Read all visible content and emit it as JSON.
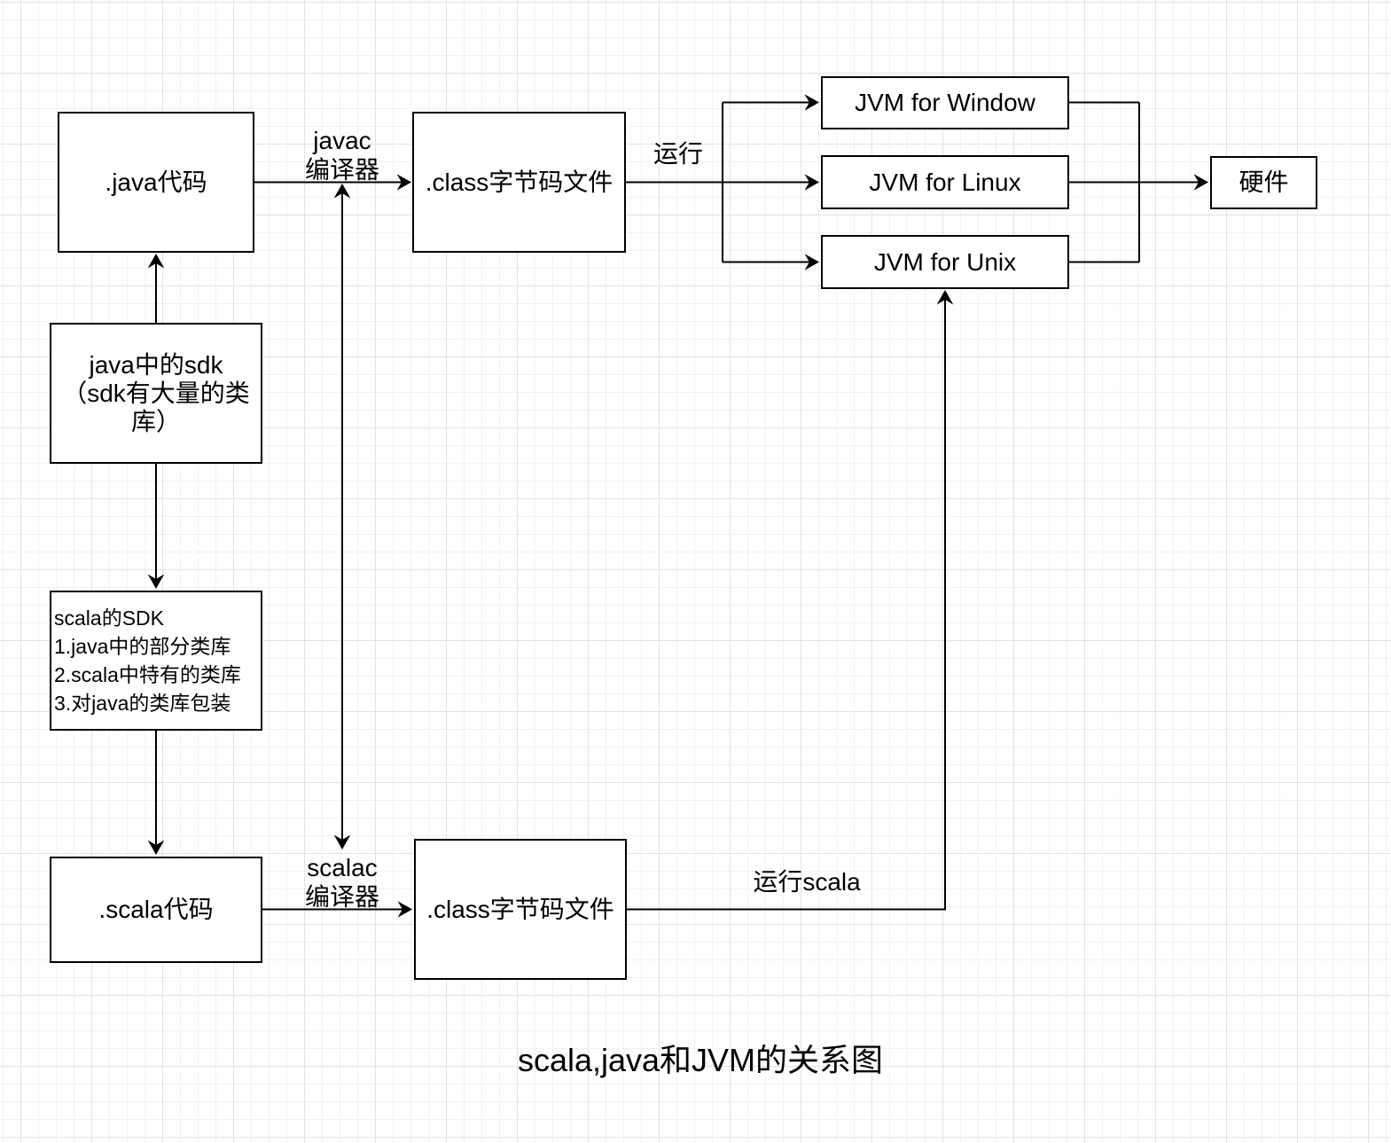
{
  "title": "scala,java和JVM的关系图",
  "nodes": {
    "java_code": {
      "label": ".java代码"
    },
    "class_file_top": {
      "label": ".class字节码文件"
    },
    "jvm_window": {
      "label": "JVM for Window"
    },
    "jvm_linux": {
      "label": "JVM for Linux"
    },
    "jvm_unix": {
      "label": "JVM for Unix"
    },
    "hardware": {
      "label": "硬件"
    },
    "java_sdk": {
      "lines": [
        "java中的sdk",
        "（sdk有大量的类",
        "库）"
      ]
    },
    "scala_sdk": {
      "lines": [
        "scala的SDK",
        "1.java中的部分类库",
        "2.scala中特有的类库",
        "3.对java的类库包装"
      ]
    },
    "scala_code": {
      "label": ".scala代码"
    },
    "class_file_bottom": {
      "label": ".class字节码文件"
    }
  },
  "edge_labels": {
    "javac": {
      "line1": "javac",
      "line2": "编译器"
    },
    "run": {
      "text": "运行"
    },
    "scalac": {
      "line1": "scalac",
      "line2": "编译器"
    },
    "run_scala": {
      "text": "运行scala"
    }
  },
  "colors": {
    "canvas_background": "#ffffff",
    "grid_minor": "#f1f1f1",
    "grid_major": "#e2e2e2",
    "line": "#000000",
    "box_fill": "#ffffff",
    "box_border": "#000000",
    "text": "#000000"
  }
}
